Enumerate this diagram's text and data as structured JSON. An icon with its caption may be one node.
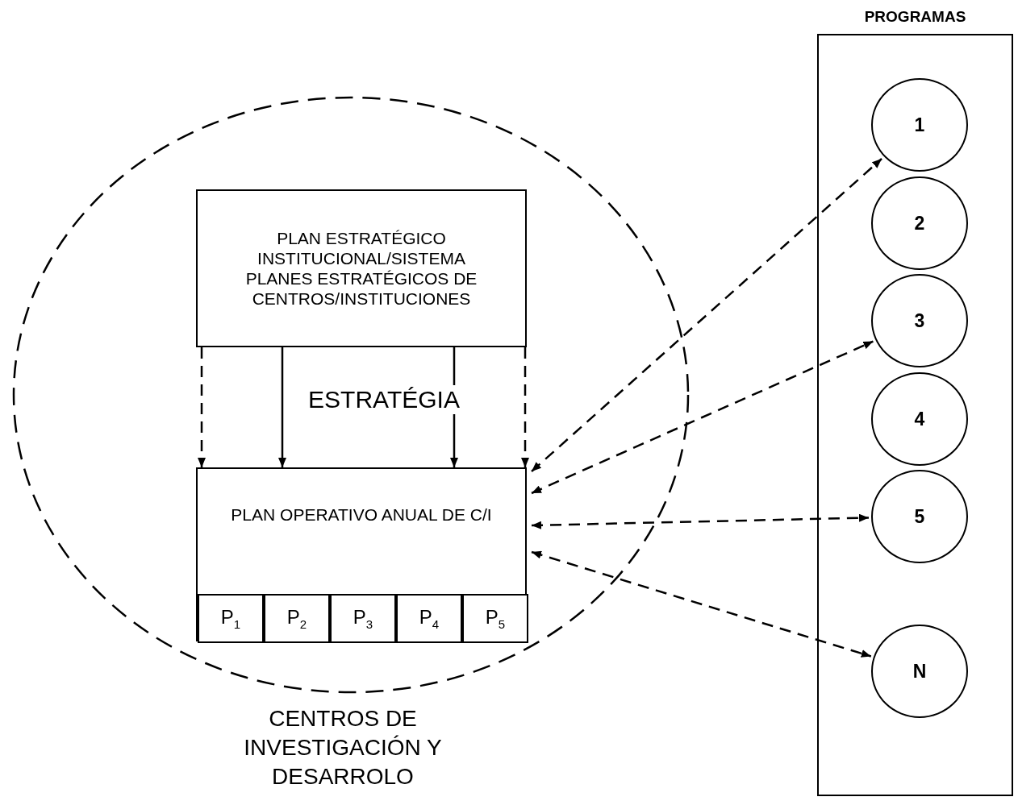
{
  "diagram": {
    "nodes": [
      {
        "text": [
          "CENTROS DE INVESTIGACIÓN Y DESARROLO"
        ]
      },
      {
        "text": [
          "PLAN ESTRATÉGICO INSTITUCIONAL/SISTEMA",
          "PLANES ESTRATÉGICOS DE CENTROS/INSTITUCIONES"
        ],
        "in": 0
      },
      {
        "text": [
          "PLAN OPERATIVO ANUAL DE C/I"
        ],
        "in": 0
      },
      {
        "text": [
          "P$_{1}$"
        ],
        "in": 2
      },
      {
        "text": [
          "P$_{2}$"
        ],
        "in": 2
      },
      {
        "text": [
          "P$_{3}$"
        ],
        "in": 2
      },
      {
        "text": [
          "P$_{4}$"
        ],
        "in": 2
      },
      {
        "text": [
          "P$_{5}$"
        ],
        "in": 2
      },
      {
        "text": [
          "PROGRAMAS"
        ]
      },
      {
        "text": [
          "1"
        ],
        "in": 8
      },
      {
        "text": [
          "2"
        ],
        "in": 8
      },
      {
        "text": [
          "3"
        ],
        "in": 8
      },
      {
        "text": [
          "4"
        ],
        "in": 8
      },
      {
        "text": [
          "5"
        ],
        "in": 8
      },
      {
        "text": [
          "N"
        ],
        "in": 8
      }
    ],
    "edges": [
      {
        "from": 1,
        "to": 2,
        "arrow": "to",
        "style": "dashed"
      },
      {
        "from": 1,
        "to": 2,
        "arrow": "to"
      },
      {
        "from": 1,
        "to": 2,
        "arrow": "to"
      },
      {
        "from": 1,
        "to": 2,
        "arrow": "to",
        "style": "dashed"
      },
      {
        "from": 2,
        "to": 9,
        "arrow": "both",
        "style": "dashed"
      },
      {
        "from": 2,
        "to": 11,
        "arrow": "both",
        "style": "dashed"
      },
      {
        "from": 2,
        "to": 13,
        "arrow": "both",
        "style": "dashed"
      },
      {
        "from": 2,
        "to": 14,
        "arrow": "both",
        "style": "dashed"
      }
    ],
    "labels": [
      "ESTRATÉGIA"
    ]
  }
}
